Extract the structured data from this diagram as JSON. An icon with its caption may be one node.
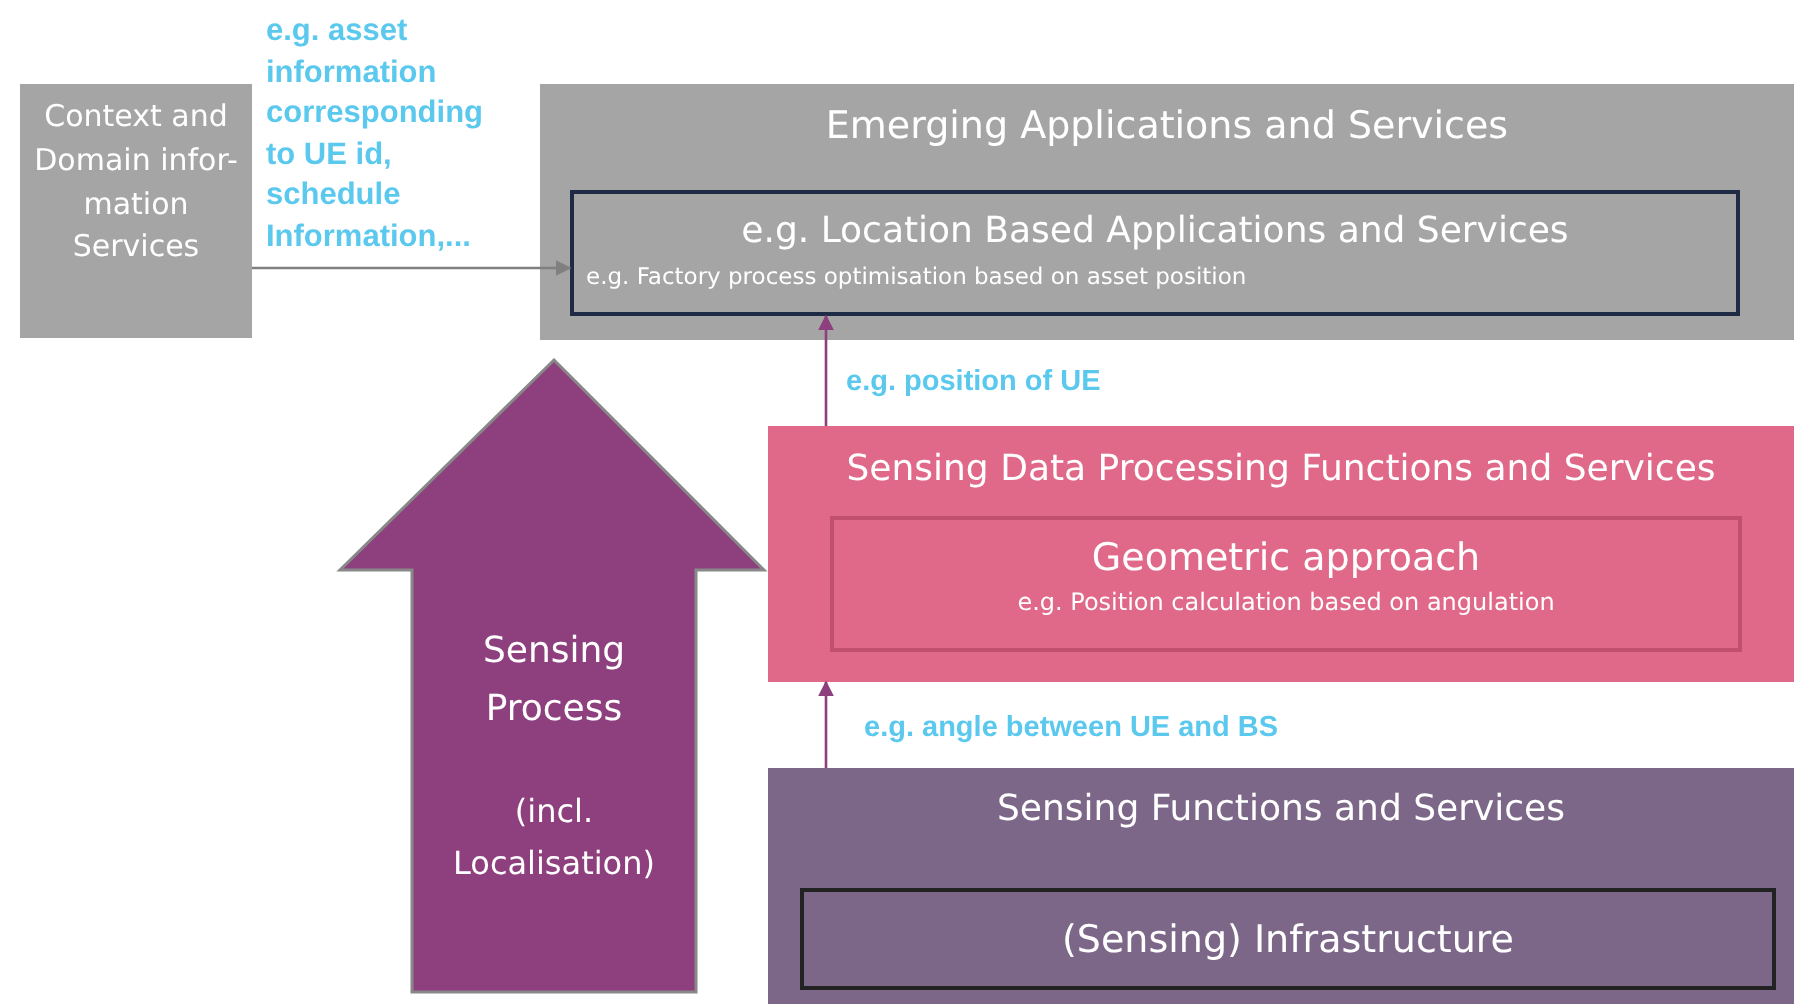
{
  "diagram": {
    "nodes": [
      {
        "text": [
          "Context and Domain infor- mation Services"
        ]
      },
      {
        "text": [
          "Emerging Applications and Services"
        ]
      },
      {
        "text": [
          "e.g. Location Based Applications and Services",
          "e.g. Factory process optimisation based on asset position"
        ],
        "in": 1
      },
      {
        "text": [
          "Sensing Data Processing Functions and Services"
        ]
      },
      {
        "text": [
          "Geometric approach",
          "e.g. Position calculation based on angulation"
        ],
        "in": 3
      },
      {
        "text": [
          "Sensing Functions and Services"
        ]
      },
      {
        "text": [
          "(Sensing) Infrastructure"
        ],
        "in": 5
      },
      {
        "text": [
          "Sensing Process",
          "(incl. Localisation)"
        ]
      }
    ],
    "edges": [
      {
        "from": 0,
        "to": 2,
        "arrow": "to",
        "label": "e.g. asset information corresponding to UE id, schedule Information,...",
        "color": "#808080"
      },
      {
        "from": 3,
        "to": 2,
        "arrow": "to",
        "label": "e.g. position of UE"
      },
      {
        "from": 5,
        "to": 3,
        "arrow": "to",
        "label": "e.g. angle between UE and BS"
      }
    ]
  }
}
